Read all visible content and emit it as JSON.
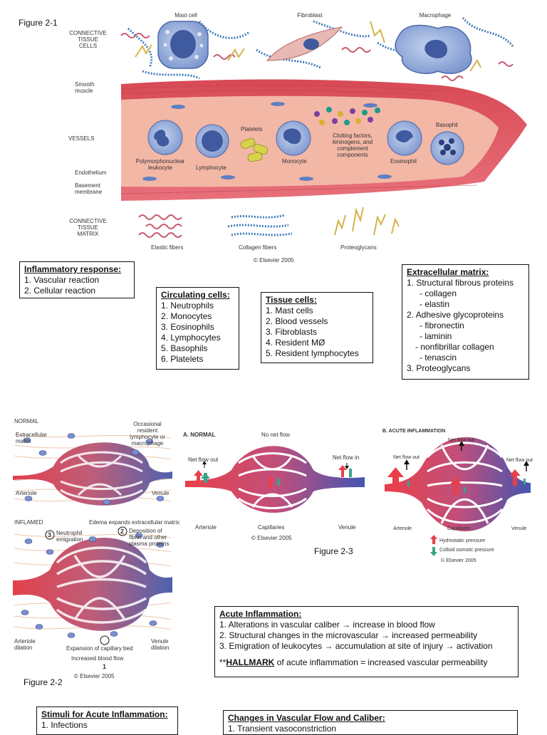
{
  "fig21": {
    "label": "Figure 2-1",
    "labels": {
      "ct_cells": "CONNECTIVE TISSUE CELLS",
      "mast_cell": "Mast cell",
      "fibroblast": "Fibroblast",
      "macrophage": "Macrophage",
      "smooth_muscle": "Smooth muscle",
      "vessels": "VESSELS",
      "platelets": "Platelets",
      "clotting": "Clotting factors, kininogens, and complement components",
      "basophil": "Basophil",
      "pmn": "Polymorphonuclear leukocyte",
      "lymphocyte": "Lymphocyte",
      "monocyte": "Monocyte",
      "eosinophil": "Eosinophil",
      "endothelium": "Endothelium",
      "basement": "Basement membrane",
      "ct_matrix": "CONNECTIVE TISSUE MATRIX",
      "elastic": "Elastic fibers",
      "collagen": "Collagen fibers",
      "proteoglycans": "Proteoglycans",
      "copyright": "© Elsevier 2005"
    }
  },
  "boxes": {
    "inflammatory": {
      "title": "Inflammatory response:",
      "items": [
        "1.  Vascular reaction",
        "2.  Cellular reaction"
      ]
    },
    "circulating": {
      "title": "Circulating cells:",
      "items": [
        "1.  Neutrophils",
        "2.  Monocytes",
        "3.  Eosinophils",
        "4.  Lymphocytes",
        "5.  Basophils",
        "6.  Platelets"
      ]
    },
    "tissue": {
      "title": "Tissue cells:",
      "items": [
        "1.  Mast cells",
        "2.  Blood vessels",
        "3.  Fibroblasts",
        "4.  Resident MØ",
        "5.  Resident lymphocytes"
      ]
    },
    "ecm": {
      "title": "Extracellular matrix:",
      "l1": "1.  Structural fibrous proteins",
      "l1a": "-  collagen",
      "l1b": "-  elastin",
      "l2": "2.  Adhesive glycoproteins",
      "l2a": "-  fibronectin",
      "l2b": "-  laminin",
      "l2c": "-  nonfibrillar collagen",
      "l2d": "-  tenascin",
      "l3": "3.  Proteoglycans"
    },
    "acute": {
      "title": "Acute Inflammation:",
      "items": [
        "1.  Alterations in vascular caliber → increase in blood flow",
        "2.  Structural changes in the microvascular → increased permeability",
        "3.  Emigration of leukocytes → accumulation at site of injury → activation"
      ],
      "hallmark_prefix": "**",
      "hallmark_word": "HALLMARK",
      "hallmark_rest": " of acute inflammation = increased vascular permeability"
    },
    "stimuli": {
      "title": "Stimuli for Acute Inflammation:",
      "items": [
        "1.  Infections"
      ]
    },
    "changes": {
      "title": "Changes in Vascular Flow and Caliber:",
      "items": [
        "1.  Transient vasoconstriction"
      ]
    }
  },
  "fig22": {
    "label": "Figure 2-2",
    "normal": "NORMAL",
    "ecm": "Extracellular matrix",
    "resident": "Occasional resident lymphocyte or macrophage",
    "arteriole": "Arteriole",
    "venule": "Venule",
    "inflamed": "INFLAMED",
    "edema": "Edema expands extracellular matrix",
    "n3": "3",
    "neutrophil": "Neutrophil emigration",
    "n2": "2",
    "fibrin": "Deposition of fibrin and other plasma proteins",
    "n1": "1",
    "art_dil": "Arteriole dilation",
    "expansion": "Expansion of capillary bed",
    "ven_dil": "Venule dilation",
    "inc_flow": "Increased blood flow",
    "copyright": "© Elsevier 2005"
  },
  "fig23": {
    "label": "Figure 2-3",
    "a_title": "A. NORMAL",
    "no_net": "No net flow",
    "net_out": "Net flow out",
    "net_in": "Net flow in",
    "arteriole": "Arteriole",
    "capillaries": "Capillaries",
    "venule": "Venule",
    "copyright": "© Elsevier 2005",
    "b_title": "B. ACUTE INFLAMMATION",
    "b_net_top": "Net flow out",
    "b_net_left": "Net flow out",
    "b_net_right": "Net flow out",
    "b_arteriole": "Arteriole",
    "b_capillaries": "Capillaries",
    "b_venule": "Venule",
    "hydro": "Hydrostatic pressure",
    "colloid": "Colloid osmotic pressure",
    "b_copyright": "© Elsevier 2005",
    "colors": {
      "hydrostatic": "#e8404a",
      "colloid": "#3aa38c"
    }
  }
}
